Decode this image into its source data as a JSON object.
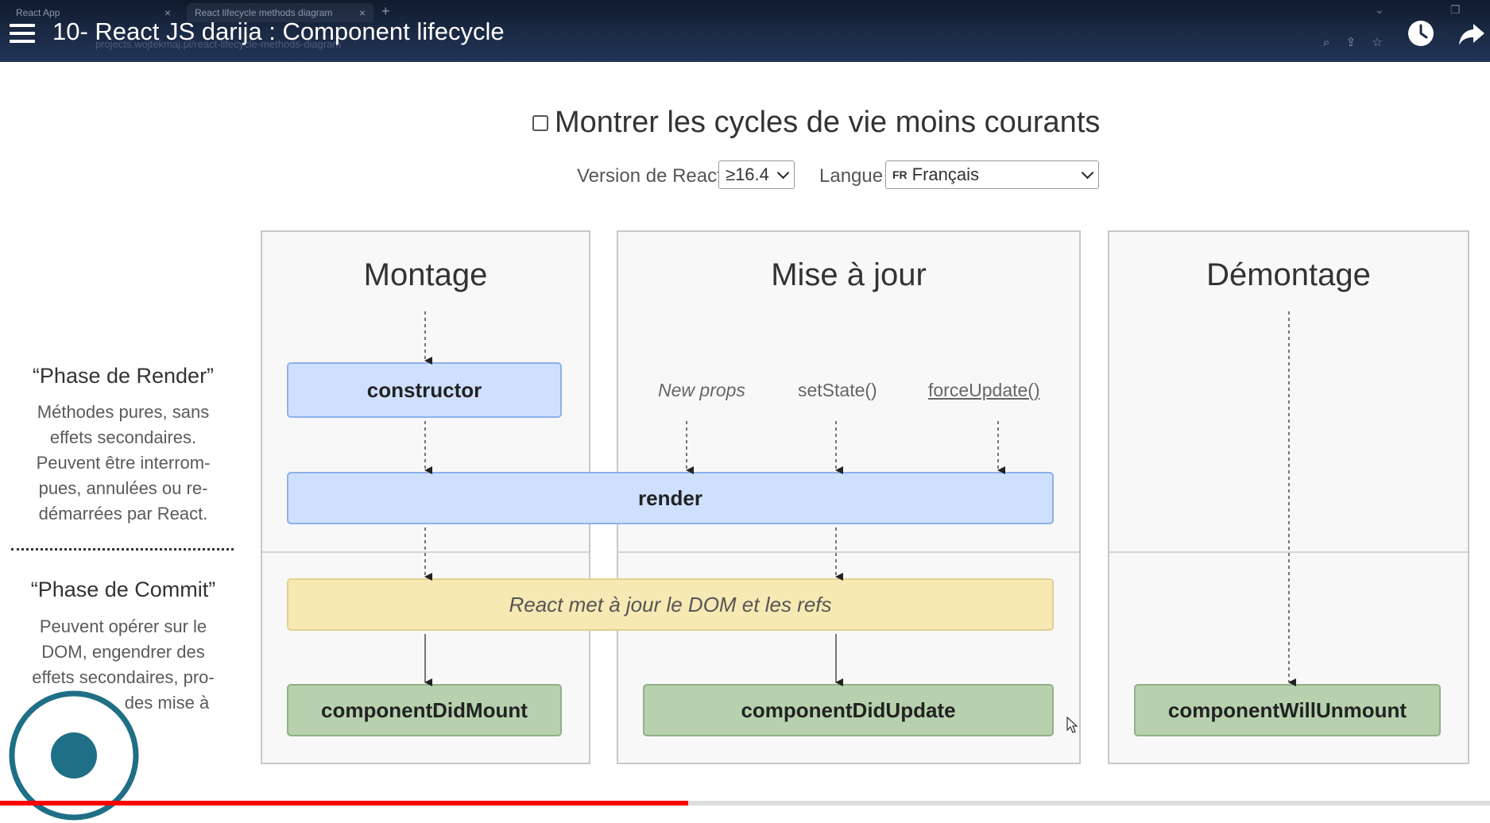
{
  "browser": {
    "tabs": [
      {
        "label": "React App"
      },
      {
        "label": "React lifecycle methods diagram"
      }
    ],
    "address_ghost": "projects.wojtekmaj.pl/react-lifecycle-methods-diagram"
  },
  "video": {
    "title": "10- React JS darija : Component lifecycle",
    "progress_fraction": 0.462
  },
  "controls": {
    "show_less_common_label": "Montrer les cycles de vie moins courants",
    "show_less_common_checked": false,
    "react_version_label": "Version de React",
    "react_version_value": "≥16.4",
    "language_label": "Langue",
    "language_flag": "FR",
    "language_value": "Français"
  },
  "phases": {
    "render": {
      "title": "“Phase de Render”",
      "description": [
        "Méthodes pures, sans",
        "effets secondaires.",
        "Peuvent être interrom-",
        "pues, annulées ou re-",
        "démarrées par React."
      ]
    },
    "commit": {
      "title": "“Phase de Commit”",
      "description": [
        "Peuvent opérer sur le",
        "DOM, engendrer des",
        "effets secondaires, pro-",
        "des mise à"
      ]
    }
  },
  "columns": {
    "mounting": "Montage",
    "updating": "Mise à jour",
    "unmounting": "Démontage"
  },
  "triggers": {
    "new_props": "New props",
    "set_state": "setState()",
    "force_update": "forceUpdate()"
  },
  "methods": {
    "constructor": "constructor",
    "render": "render",
    "dom_update": "React met à jour le DOM et les refs",
    "did_mount": "componentDidMount",
    "did_update": "componentDidUpdate",
    "will_unmount": "componentWillUnmount"
  },
  "colors": {
    "render_box": "#cfe0ff",
    "commit_box": "#f6e9b4",
    "lifecycle_box": "#b7d1ae",
    "progress": "#ff0000",
    "loader": "#1f6f86"
  }
}
